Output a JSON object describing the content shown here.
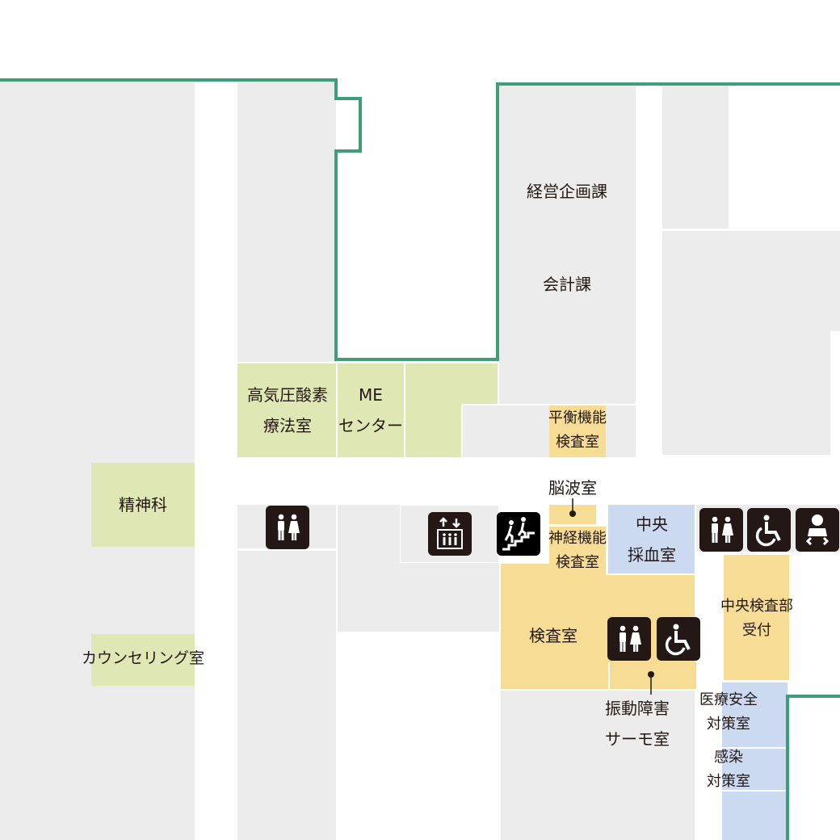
{
  "colors": {
    "outline": "#3f9e7a",
    "room_gray": "#ececec",
    "room_green": "#dfe8b4",
    "room_yellow": "#f7dc96",
    "room_blue": "#cbdaf0",
    "icon_bg": "#231815"
  },
  "rooms": {
    "keiei": "経営企画課",
    "kaikei": "会計課",
    "kokiatsu_1": "高気圧酸素",
    "kokiatsu_2": "療法室",
    "me_1": "ME",
    "me_2": "センター",
    "heiko_1": "平衡機能",
    "heiko_2": "検査室",
    "seishin": "精神科",
    "counseling": "カウンセリング室",
    "noha": "脳波室",
    "shinkei_1": "神経機能",
    "shinkei_2": "検査室",
    "saiketsu_1": "中央",
    "saiketsu_2": "採血室",
    "kensa": "検査室",
    "uketsuke_1": "中央検査部",
    "uketsuke_2": "受付",
    "shindo_1": "振動障害",
    "shindo_2": "サーモ室",
    "iryo_1": "医療安全",
    "iryo_2": "対策室",
    "kansen_1": "感染",
    "kansen_2": "対策室"
  },
  "icons": [
    "restroom-icon",
    "elevator-icon",
    "stairs-icon",
    "restroom-icon",
    "wheelchair-icon",
    "baby-changing-icon",
    "restroom-icon",
    "wheelchair-icon"
  ]
}
